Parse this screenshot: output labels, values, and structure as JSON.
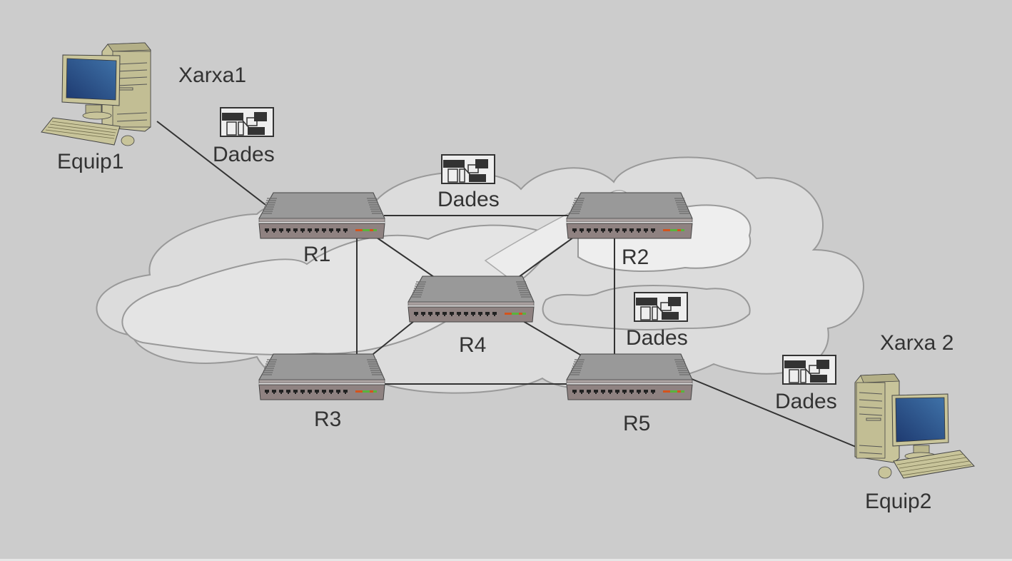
{
  "diagram": {
    "title_left_network": "Xarxa1",
    "title_right_network": "Xarxa 2",
    "hosts": [
      {
        "id": "equip1",
        "label": "Equip1",
        "network": "Xarxa1"
      },
      {
        "id": "equip2",
        "label": "Equip2",
        "network": "Xarxa 2"
      }
    ],
    "routers": [
      {
        "id": "r1",
        "label": "R1"
      },
      {
        "id": "r2",
        "label": "R2"
      },
      {
        "id": "r3",
        "label": "R3"
      },
      {
        "id": "r4",
        "label": "R4"
      },
      {
        "id": "r5",
        "label": "R5"
      }
    ],
    "links": [
      [
        "equip1",
        "r1"
      ],
      [
        "r1",
        "r2"
      ],
      [
        "r1",
        "r3"
      ],
      [
        "r1",
        "r4"
      ],
      [
        "r2",
        "r4"
      ],
      [
        "r2",
        "r5"
      ],
      [
        "r3",
        "r4"
      ],
      [
        "r3",
        "r5"
      ],
      [
        "r4",
        "r5"
      ],
      [
        "r5",
        "equip2"
      ]
    ],
    "packets": [
      {
        "id": "packet-1",
        "label": "Dades"
      },
      {
        "id": "packet-2",
        "label": "Dades"
      },
      {
        "id": "packet-3",
        "label": "Dades"
      },
      {
        "id": "packet-4",
        "label": "Dades"
      }
    ],
    "colors": {
      "background": "#cccccc",
      "cloud_fill": "#e0e0e0",
      "cloud_stroke": "#999999",
      "link": "#333333",
      "router_top": "#999999",
      "router_front": "#8f8281",
      "computer_beige": "#c8c49a",
      "screen_blue": "#2a4f86",
      "led_orange": "#d4541c",
      "led_green": "#59b33c"
    }
  }
}
